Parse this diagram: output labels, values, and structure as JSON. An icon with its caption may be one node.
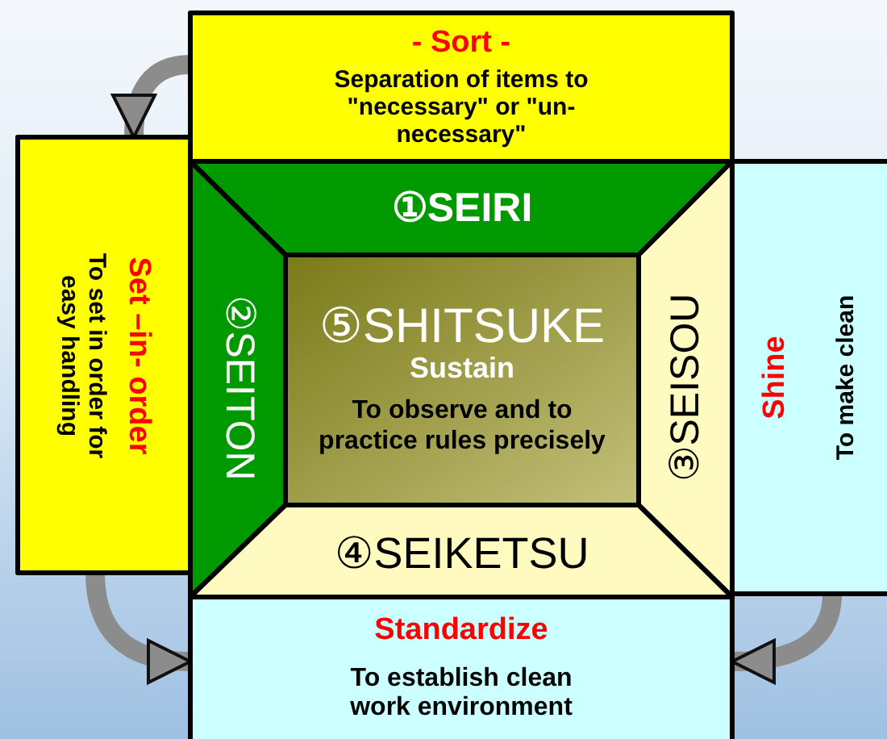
{
  "diagram": {
    "nodes": [
      {
        "text": [
          "- Sort -",
          "Separation of items to \"necessary\" or \"un-necessary\""
        ]
      },
      {
        "text": [
          "Set –in- order",
          "To set in order for easy handling"
        ]
      },
      {
        "text": [
          "①SEIRI"
        ]
      },
      {
        "text": [
          "②SEITON"
        ]
      },
      {
        "text": [
          "⑤SHITSUKE",
          "Sustain",
          "To observe and to practice rules precisely"
        ]
      },
      {
        "text": [
          "③SEISOU"
        ]
      },
      {
        "text": [
          "Shine",
          "To make clean"
        ]
      },
      {
        "text": [
          "④SEIKETSU"
        ]
      },
      {
        "text": [
          "Standardize",
          "To establish clean work environment"
        ]
      }
    ],
    "edges": [
      {
        "from": 0,
        "to": 1,
        "arrow": "to"
      },
      {
        "from": 1,
        "to": 8,
        "arrow": "to"
      },
      {
        "from": 6,
        "to": 8,
        "arrow": "to"
      }
    ]
  }
}
